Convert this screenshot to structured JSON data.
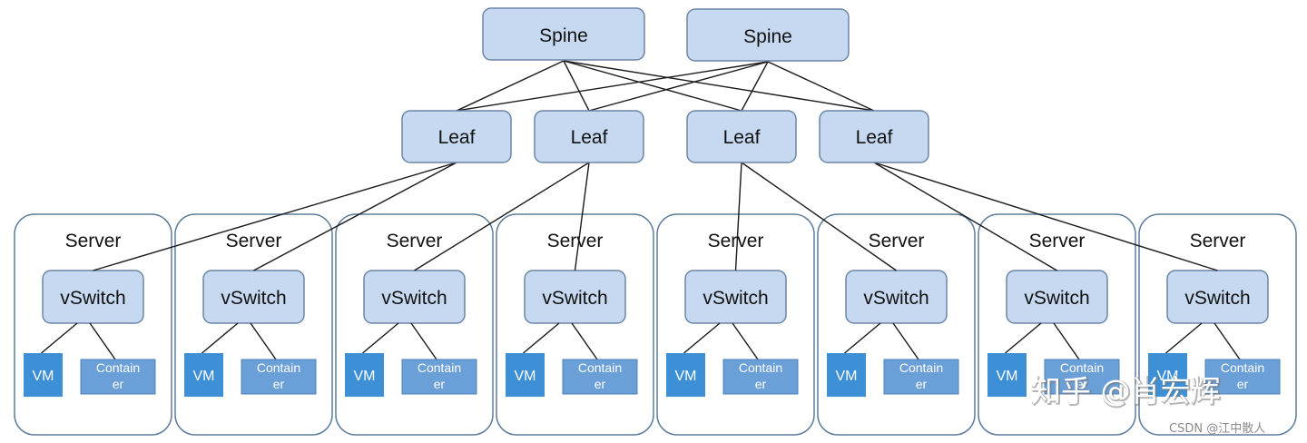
{
  "spines": [
    {
      "label": "Spine"
    },
    {
      "label": "Spine"
    }
  ],
  "leaves": [
    {
      "label": "Leaf"
    },
    {
      "label": "Leaf"
    },
    {
      "label": "Leaf"
    },
    {
      "label": "Leaf"
    }
  ],
  "servers": [
    {
      "label": "Server",
      "switch_label": "vSwitch",
      "vm_label": "VM",
      "container_label_line1": "Contain",
      "container_label_line2": "er"
    },
    {
      "label": "Server",
      "switch_label": "vSwitch",
      "vm_label": "VM",
      "container_label_line1": "Contain",
      "container_label_line2": "er"
    },
    {
      "label": "Server",
      "switch_label": "vSwitch",
      "vm_label": "VM",
      "container_label_line1": "Contain",
      "container_label_line2": "er"
    },
    {
      "label": "Server",
      "switch_label": "vSwitch",
      "vm_label": "VM",
      "container_label_line1": "Contain",
      "container_label_line2": "er"
    },
    {
      "label": "Server",
      "switch_label": "vSwitch",
      "vm_label": "VM",
      "container_label_line1": "Contain",
      "container_label_line2": "er"
    },
    {
      "label": "Server",
      "switch_label": "vSwitch",
      "vm_label": "VM",
      "container_label_line1": "Contain",
      "container_label_line2": "er"
    },
    {
      "label": "Server",
      "switch_label": "vSwitch",
      "vm_label": "VM",
      "container_label_line1": "Contain",
      "container_label_line2": "er"
    },
    {
      "label": "Server",
      "switch_label": "vSwitch",
      "vm_label": "VM",
      "container_label_line1": "Contain",
      "container_label_line2": "er"
    }
  ],
  "links": {
    "spine_to_leaf": [
      [
        0,
        0
      ],
      [
        0,
        1
      ],
      [
        0,
        2
      ],
      [
        0,
        3
      ],
      [
        1,
        0
      ],
      [
        1,
        1
      ],
      [
        1,
        2
      ],
      [
        1,
        3
      ]
    ],
    "leaf_to_server": [
      [
        0,
        0
      ],
      [
        0,
        1
      ],
      [
        1,
        2
      ],
      [
        1,
        3
      ],
      [
        2,
        4
      ],
      [
        2,
        5
      ],
      [
        3,
        6
      ],
      [
        3,
        7
      ]
    ]
  },
  "watermark": {
    "main": "知乎 @肖宏辉",
    "credit": "CSDN @江中散人"
  },
  "colors": {
    "node_fill": "#c6d9f1",
    "node_stroke": "#6b86a6",
    "server_stroke": "#5f7d9c",
    "vm_fill": "#3d8fd6",
    "container_fill": "#6a9fd8",
    "link": "#1a1a1a"
  }
}
